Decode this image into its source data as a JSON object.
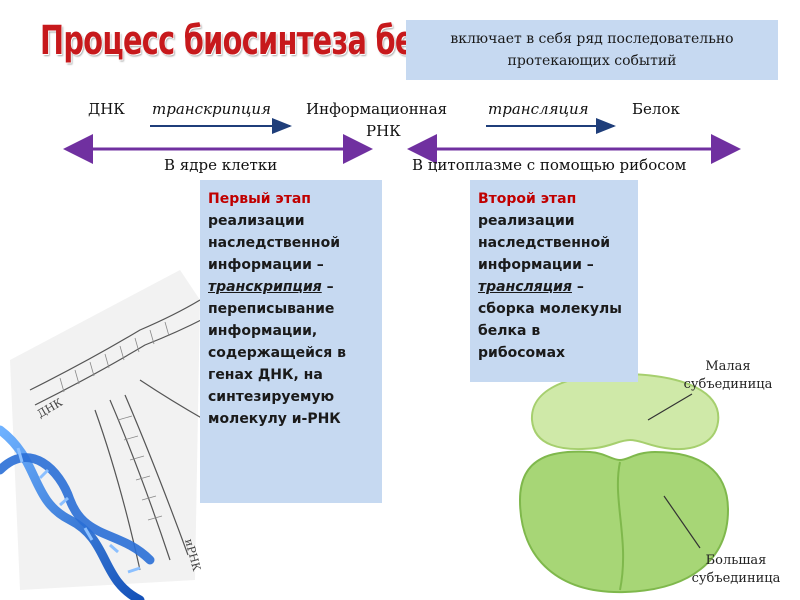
{
  "title": "Процесс биосинтеза белка",
  "callout": "включает в себя ряд последовательно протекающих событий",
  "flow": {
    "dna": "ДНК",
    "transcription": "транскрипция",
    "mrna_line1": "Информационная",
    "mrna_line2": "РНК",
    "translation": "трансляция",
    "protein": "Белок"
  },
  "locations": {
    "nucleus": "В ядре клетки",
    "cytoplasm": "В цитоплазме с помощью рибосом"
  },
  "panel_first": {
    "head": "Первый этап",
    "line1": "реализации",
    "line2": "наследственной",
    "line3": "информации –",
    "term": "транскрипция",
    "dash": " –",
    "rest": "переписывание информации, содержащейся в генах ДНК, на синтезируемую молекулу и-РНК"
  },
  "panel_second": {
    "head": "Второй этап",
    "line1": "реализации",
    "line2": "наследственной",
    "line3": "информации –",
    "term": "трансляция",
    "dash": " –",
    "rest": "сборка молекулы белка в рибосомах"
  },
  "ribosome": {
    "small_subunit": "Малая субъединица",
    "large_subunit": "Большая субъединица"
  },
  "dna_image_labels": {
    "dna": "ДНК",
    "mrna": "иРНК"
  },
  "colors": {
    "title": "#c7191c",
    "panel": "#c6d9f1",
    "accent_arrow": "#7030a0",
    "flow_arrow": "#1f3e7a",
    "small_subunit": "#c9e7a0",
    "large_subunit": "#9fd06a"
  }
}
